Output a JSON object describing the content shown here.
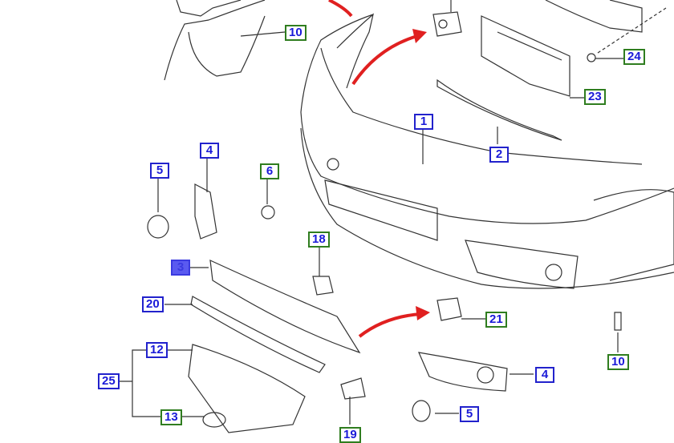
{
  "title": "Front bumper parts diagram",
  "callouts": [
    {
      "id": "c10a",
      "label": "10",
      "style": "green"
    },
    {
      "id": "c24",
      "label": "24",
      "style": "green"
    },
    {
      "id": "c23",
      "label": "23",
      "style": "green"
    },
    {
      "id": "c1",
      "label": "1",
      "style": "blue"
    },
    {
      "id": "c2",
      "label": "2",
      "style": "blue"
    },
    {
      "id": "c4a",
      "label": "4",
      "style": "blue"
    },
    {
      "id": "c5a",
      "label": "5",
      "style": "blue"
    },
    {
      "id": "c6",
      "label": "6",
      "style": "green"
    },
    {
      "id": "c18",
      "label": "18",
      "style": "green"
    },
    {
      "id": "c3",
      "label": "3",
      "style": "highlight"
    },
    {
      "id": "c20",
      "label": "20",
      "style": "blue"
    },
    {
      "id": "c21",
      "label": "21",
      "style": "green"
    },
    {
      "id": "c12",
      "label": "12",
      "style": "blue"
    },
    {
      "id": "c25",
      "label": "25",
      "style": "blue"
    },
    {
      "id": "c13",
      "label": "13",
      "style": "green"
    },
    {
      "id": "c4b",
      "label": "4",
      "style": "blue"
    },
    {
      "id": "c5b",
      "label": "5",
      "style": "blue"
    },
    {
      "id": "c10b",
      "label": "10",
      "style": "green"
    },
    {
      "id": "c19",
      "label": "19",
      "style": "green"
    }
  ],
  "colors": {
    "green_border": "#2f7d1f",
    "blue_border": "#2222cc",
    "label_text": "#1a1ad8",
    "arrow": "#e02020"
  }
}
